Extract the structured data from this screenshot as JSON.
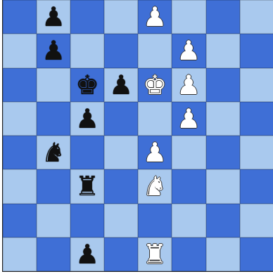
{
  "colors": {
    "light_square": "#a9c9ee",
    "dark_square": "#3f6fd6",
    "white_piece": "#ffffff",
    "black_piece": "#111111"
  },
  "board": {
    "pieces": [
      {
        "square": "b8",
        "color": "black",
        "type": "pawn",
        "glyph": "♟"
      },
      {
        "square": "e8",
        "color": "white",
        "type": "pawn",
        "glyph": "♟"
      },
      {
        "square": "b7",
        "color": "black",
        "type": "pawn",
        "glyph": "♟"
      },
      {
        "square": "f7",
        "color": "white",
        "type": "pawn",
        "glyph": "♟"
      },
      {
        "square": "c6",
        "color": "black",
        "type": "king",
        "glyph": "♚"
      },
      {
        "square": "d6",
        "color": "black",
        "type": "pawn",
        "glyph": "♟"
      },
      {
        "square": "e6",
        "color": "white",
        "type": "king",
        "glyph": "♚"
      },
      {
        "square": "f6",
        "color": "white",
        "type": "pawn",
        "glyph": "♟"
      },
      {
        "square": "c5",
        "color": "black",
        "type": "pawn",
        "glyph": "♟"
      },
      {
        "square": "f5",
        "color": "white",
        "type": "pawn",
        "glyph": "♟"
      },
      {
        "square": "b4",
        "color": "black",
        "type": "knight",
        "glyph": "♞"
      },
      {
        "square": "e4",
        "color": "white",
        "type": "pawn",
        "glyph": "♟"
      },
      {
        "square": "c3",
        "color": "black",
        "type": "rook",
        "glyph": "♜"
      },
      {
        "square": "e3",
        "color": "white",
        "type": "knight",
        "glyph": "♞"
      },
      {
        "square": "c1",
        "color": "black",
        "type": "pawn",
        "glyph": "♟"
      },
      {
        "square": "e1",
        "color": "white",
        "type": "rook",
        "glyph": "♜"
      }
    ]
  }
}
